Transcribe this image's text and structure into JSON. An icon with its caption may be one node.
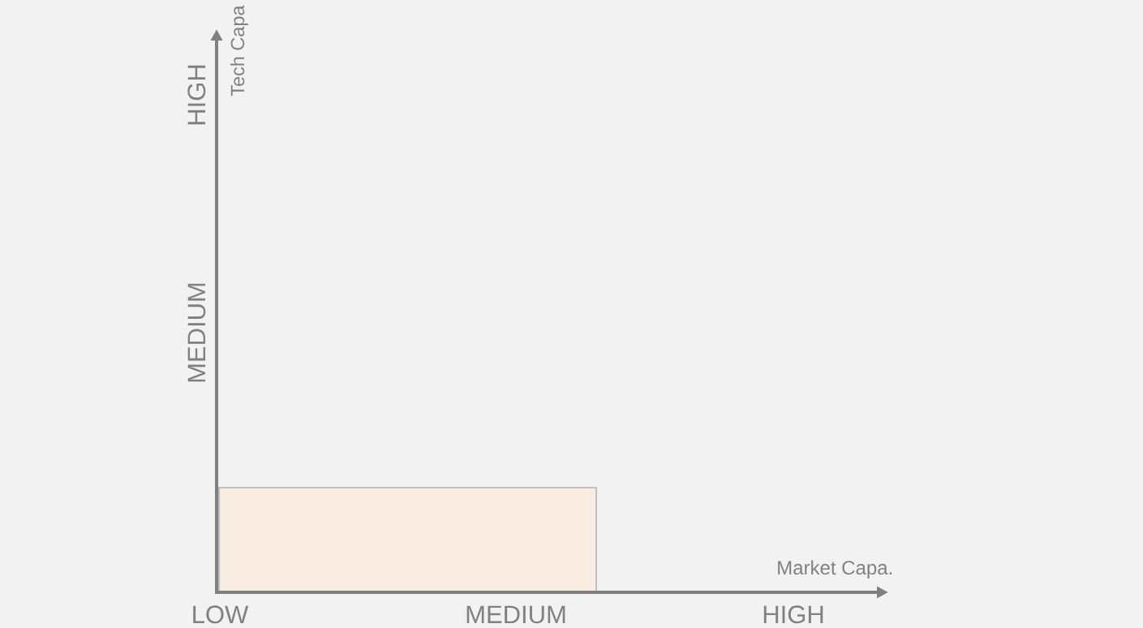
{
  "diagram": {
    "nodes": [
      {
        "text": [],
        "shape": "box"
      }
    ],
    "labels": [
      "Tech Capa",
      "HIGH",
      "MEDIUM",
      "Market Capa.",
      "LOW",
      "MEDIUM",
      "HIGH"
    ]
  }
}
